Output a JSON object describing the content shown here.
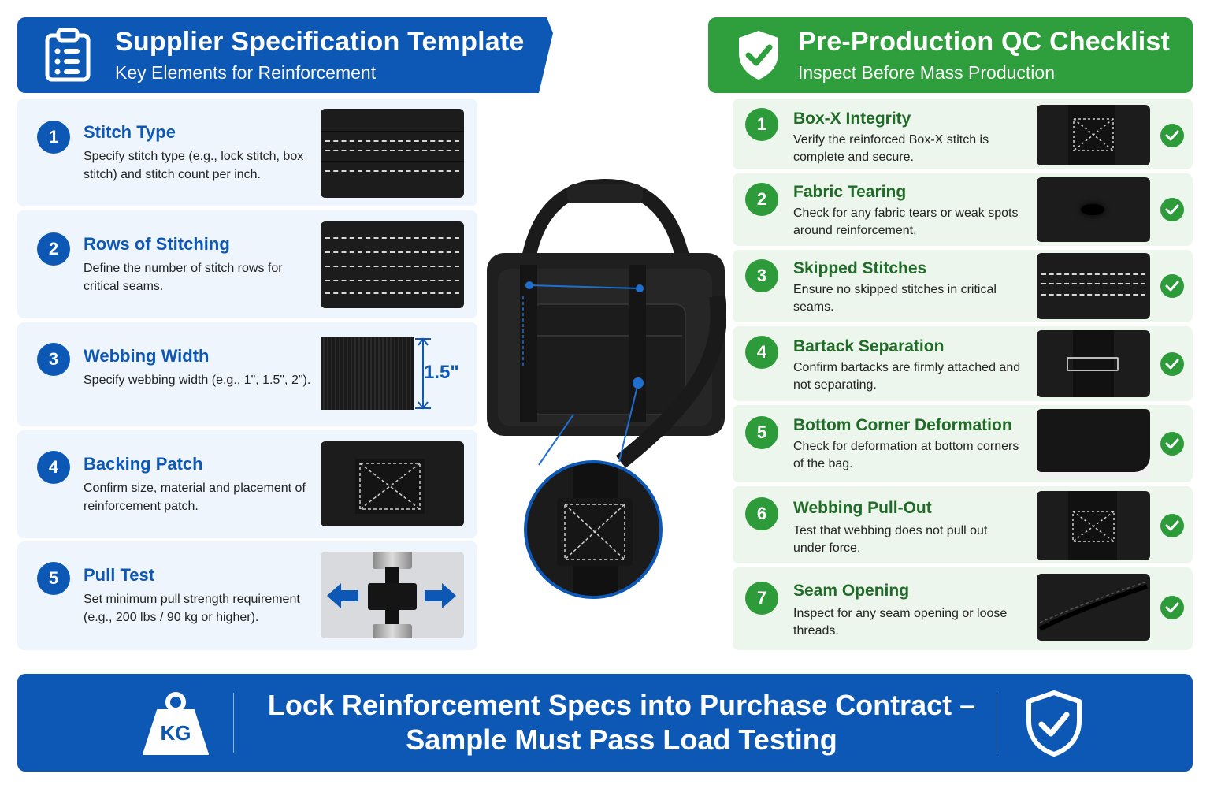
{
  "left_header": {
    "title": "Supplier Specification Template",
    "subtitle": "Key Elements for Reinforcement",
    "icon": "clipboard-list-icon",
    "color": "#0d58b5"
  },
  "right_header": {
    "title": "Pre-Production QC Checklist",
    "subtitle": "Inspect Before Mass Production",
    "icon": "shield-check-icon",
    "color": "#2f9e3c"
  },
  "specs": [
    {
      "num": "1",
      "title": "Stitch Type",
      "desc": "Specify stitch type (e.g., lock stitch, box stitch) and stitch count per inch."
    },
    {
      "num": "2",
      "title": "Rows of Stitching",
      "desc": "Define the number of stitch rows for critical seams."
    },
    {
      "num": "3",
      "title": "Webbing Width",
      "desc": "Specify webbing width (e.g., 1\", 1.5\", 2\").",
      "measure": "1.5\""
    },
    {
      "num": "4",
      "title": "Backing Patch",
      "desc": "Confirm size, material and placement of reinforcement patch."
    },
    {
      "num": "5",
      "title": "Pull Test",
      "desc": "Set minimum pull strength requirement (e.g., 200 lbs / 90 kg or higher)."
    }
  ],
  "checks": [
    {
      "num": "1",
      "title": "Box-X Integrity",
      "desc": "Verify the reinforced Box-X stitch is complete and secure."
    },
    {
      "num": "2",
      "title": "Fabric Tearing",
      "desc": "Check for any fabric tears or weak spots around reinforcement."
    },
    {
      "num": "3",
      "title": "Skipped Stitches",
      "desc": "Ensure no skipped stitches in critical seams."
    },
    {
      "num": "4",
      "title": "Bartack Separation",
      "desc": "Confirm bartacks are firmly attached and not separating."
    },
    {
      "num": "5",
      "title": "Bottom Corner Deformation",
      "desc": "Check for deformation at bottom corners of the bag."
    },
    {
      "num": "6",
      "title": "Webbing Pull-Out",
      "desc": "Test that webbing does not pull out under force."
    },
    {
      "num": "7",
      "title": "Seam Opening",
      "desc": "Inspect for any seam opening or loose threads."
    }
  ],
  "banner": {
    "line1": "Lock Reinforcement Specs into Purchase Contract –",
    "line2": "Sample Must Pass Load Testing",
    "weight_label": "KG",
    "left_icon": "kg-weight-icon",
    "right_icon": "shield-check-icon"
  }
}
